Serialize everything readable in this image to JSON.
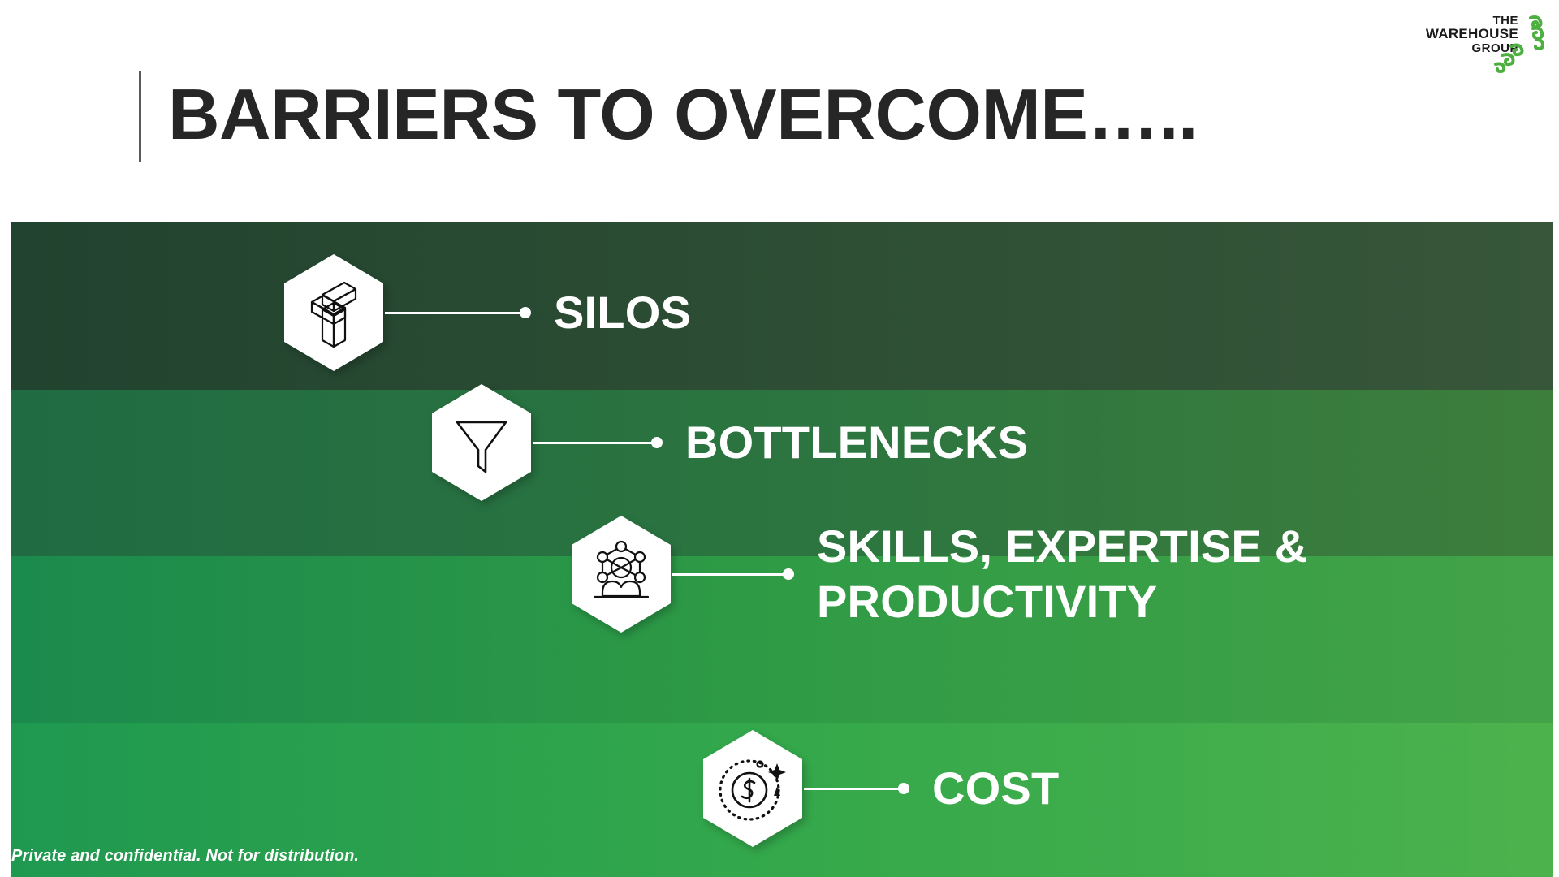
{
  "slide": {
    "title": "BARRIERS TO OVERCOME…..",
    "footer": "Private and confidential. Not for distribution."
  },
  "logo": {
    "line1": "THE",
    "line2": "WAREHOUSE",
    "line3": "GROUP",
    "text_color": "#1a1a1a",
    "accent_color": "#4caf3f"
  },
  "colors": {
    "title_text": "#262626",
    "title_rule": "#595959",
    "label_text": "#ffffff",
    "band_1_start": "#21432f",
    "band_1_end": "#37563a",
    "band_2_start": "#206b42",
    "band_2_end": "#3d7e3c",
    "band_3_start": "#1b8a4d",
    "band_3_end": "#43a348",
    "band_4_start": "#1f9950",
    "band_4_end": "#4cb24c"
  },
  "bands": [
    {
      "label": "SILOS",
      "icon": "impossible-triangle-icon"
    },
    {
      "label": "BOTTLENECKS",
      "icon": "funnel-icon"
    },
    {
      "label": "SKILLS, EXPERTISE &\nPRODUCTIVITY",
      "icon": "person-network-icon"
    },
    {
      "label": "COST",
      "icon": "dollar-coin-orbit-icon"
    }
  ]
}
